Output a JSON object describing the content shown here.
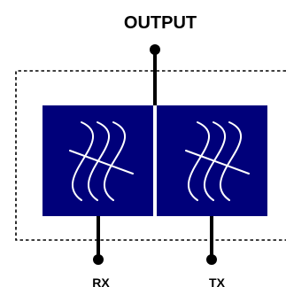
{
  "labels": {
    "output": "OUTPUT",
    "rx": "RX",
    "tx": "TX"
  },
  "icons": {
    "filter": "filter-wave-icon"
  },
  "colors": {
    "block": "#00007a",
    "line": "#000000",
    "wave": "#ffffff",
    "border": "#000000",
    "background": "#ffffff"
  }
}
